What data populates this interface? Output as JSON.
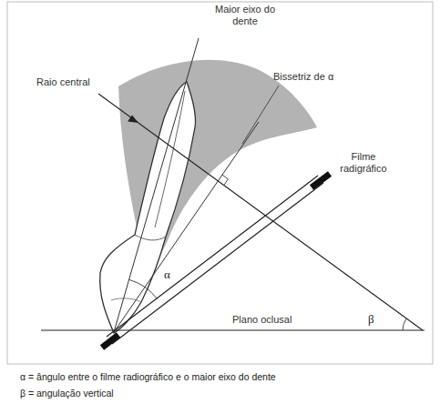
{
  "diagram": {
    "labels": [
      "Raio central",
      "Maior eixo do dente",
      "Bissetriz de α",
      "Filme radigráfico",
      "Plano oclusal",
      "α",
      "β",
      "α = ângulo entre o filme radiográfico e o maior eixo do dente",
      "β = angulação vertical"
    ]
  }
}
